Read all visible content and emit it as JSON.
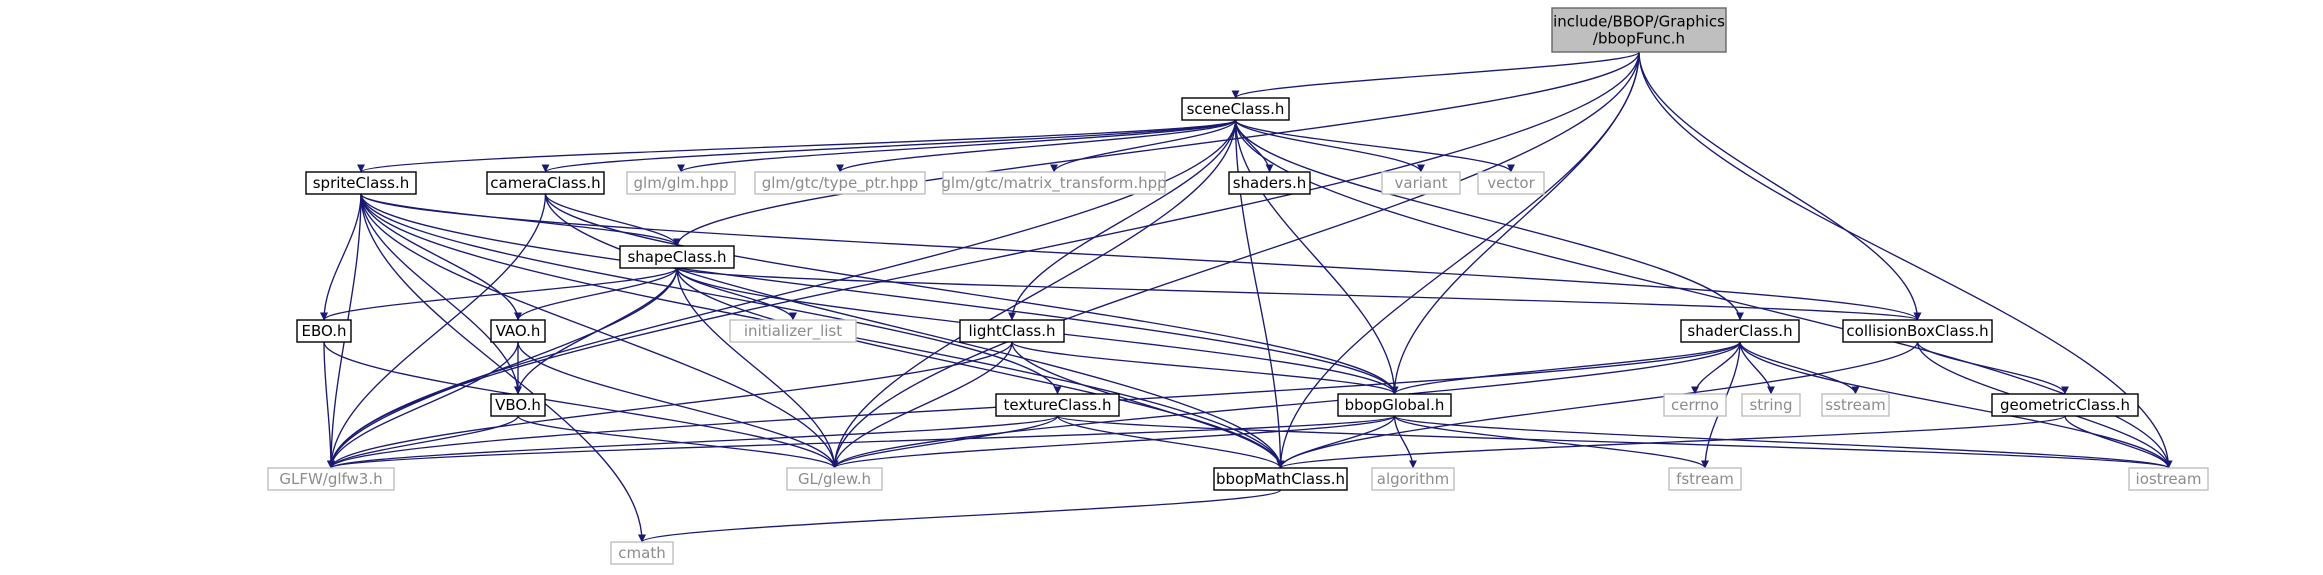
{
  "graph": {
    "nodes": [
      {
        "id": "root",
        "lines": [
          "include/BBOP/Graphics",
          "/bbopFunc.h"
        ],
        "kind": "root"
      },
      {
        "id": "scene",
        "lines": [
          "sceneClass.h"
        ],
        "kind": "local"
      },
      {
        "id": "sprite",
        "lines": [
          "spriteClass.h"
        ],
        "kind": "local"
      },
      {
        "id": "camera",
        "lines": [
          "cameraClass.h"
        ],
        "kind": "local"
      },
      {
        "id": "glmglm",
        "lines": [
          "glm/glm.hpp"
        ],
        "kind": "external"
      },
      {
        "id": "typeptr",
        "lines": [
          "glm/gtc/type_ptr.hpp"
        ],
        "kind": "external"
      },
      {
        "id": "mattrans",
        "lines": [
          "glm/gtc/matrix_transform.hpp"
        ],
        "kind": "external"
      },
      {
        "id": "shaders",
        "lines": [
          "shaders.h"
        ],
        "kind": "local"
      },
      {
        "id": "variant",
        "lines": [
          "variant"
        ],
        "kind": "external"
      },
      {
        "id": "vector",
        "lines": [
          "vector"
        ],
        "kind": "external"
      },
      {
        "id": "shape",
        "lines": [
          "shapeClass.h"
        ],
        "kind": "local"
      },
      {
        "id": "initlist",
        "lines": [
          "initializer_list"
        ],
        "kind": "external"
      },
      {
        "id": "ebo",
        "lines": [
          "EBO.h"
        ],
        "kind": "local"
      },
      {
        "id": "vao",
        "lines": [
          "VAO.h"
        ],
        "kind": "local"
      },
      {
        "id": "vbo",
        "lines": [
          "VBO.h"
        ],
        "kind": "local"
      },
      {
        "id": "light",
        "lines": [
          "lightClass.h"
        ],
        "kind": "local"
      },
      {
        "id": "texture",
        "lines": [
          "textureClass.h"
        ],
        "kind": "local"
      },
      {
        "id": "shaderc",
        "lines": [
          "shaderClass.h"
        ],
        "kind": "local"
      },
      {
        "id": "collision",
        "lines": [
          "collisionBoxClass.h"
        ],
        "kind": "local"
      },
      {
        "id": "geometric",
        "lines": [
          "geometricClass.h"
        ],
        "kind": "local"
      },
      {
        "id": "global",
        "lines": [
          "bbopGlobal.h"
        ],
        "kind": "local"
      },
      {
        "id": "cerrno",
        "lines": [
          "cerrno"
        ],
        "kind": "external"
      },
      {
        "id": "string",
        "lines": [
          "string"
        ],
        "kind": "external"
      },
      {
        "id": "sstream",
        "lines": [
          "sstream"
        ],
        "kind": "external"
      },
      {
        "id": "glfw",
        "lines": [
          "GLFW/glfw3.h"
        ],
        "kind": "external"
      },
      {
        "id": "glew",
        "lines": [
          "GL/glew.h"
        ],
        "kind": "external"
      },
      {
        "id": "math",
        "lines": [
          "bbopMathClass.h"
        ],
        "kind": "local"
      },
      {
        "id": "algorithm",
        "lines": [
          "algorithm"
        ],
        "kind": "external"
      },
      {
        "id": "fstream",
        "lines": [
          "fstream"
        ],
        "kind": "external"
      },
      {
        "id": "iostream",
        "lines": [
          "iostream"
        ],
        "kind": "external"
      },
      {
        "id": "cmath",
        "lines": [
          "cmath"
        ],
        "kind": "external"
      }
    ],
    "edges": [
      [
        "root",
        "scene"
      ],
      [
        "root",
        "shape"
      ],
      [
        "root",
        "collision"
      ],
      [
        "root",
        "global"
      ],
      [
        "root",
        "math"
      ],
      [
        "root",
        "glfw"
      ],
      [
        "root",
        "glew"
      ],
      [
        "root",
        "iostream"
      ],
      [
        "scene",
        "sprite"
      ],
      [
        "scene",
        "camera"
      ],
      [
        "scene",
        "glmglm"
      ],
      [
        "scene",
        "typeptr"
      ],
      [
        "scene",
        "mattrans"
      ],
      [
        "scene",
        "shaders"
      ],
      [
        "scene",
        "variant"
      ],
      [
        "scene",
        "vector"
      ],
      [
        "scene",
        "light"
      ],
      [
        "scene",
        "shaderc"
      ],
      [
        "scene",
        "global"
      ],
      [
        "scene",
        "math"
      ],
      [
        "scene",
        "glfw"
      ],
      [
        "scene",
        "glew"
      ],
      [
        "scene",
        "iostream"
      ],
      [
        "sprite",
        "shape"
      ],
      [
        "sprite",
        "ebo"
      ],
      [
        "sprite",
        "vao"
      ],
      [
        "sprite",
        "vbo"
      ],
      [
        "sprite",
        "texture"
      ],
      [
        "sprite",
        "collision"
      ],
      [
        "sprite",
        "global"
      ],
      [
        "sprite",
        "math"
      ],
      [
        "sprite",
        "glfw"
      ],
      [
        "sprite",
        "glew"
      ],
      [
        "sprite",
        "cmath"
      ],
      [
        "camera",
        "shape"
      ],
      [
        "camera",
        "global"
      ],
      [
        "camera",
        "math"
      ],
      [
        "camera",
        "glfw"
      ],
      [
        "shape",
        "initlist"
      ],
      [
        "shape",
        "ebo"
      ],
      [
        "shape",
        "vao"
      ],
      [
        "shape",
        "vbo"
      ],
      [
        "shape",
        "collision"
      ],
      [
        "shape",
        "global"
      ],
      [
        "shape",
        "math"
      ],
      [
        "shape",
        "glfw"
      ],
      [
        "shape",
        "glew"
      ],
      [
        "ebo",
        "glfw"
      ],
      [
        "ebo",
        "glew"
      ],
      [
        "vao",
        "vbo"
      ],
      [
        "vao",
        "glfw"
      ],
      [
        "vao",
        "glew"
      ],
      [
        "vbo",
        "glfw"
      ],
      [
        "vbo",
        "glew"
      ],
      [
        "light",
        "global"
      ],
      [
        "light",
        "math"
      ],
      [
        "light",
        "glfw"
      ],
      [
        "light",
        "glew"
      ],
      [
        "texture",
        "math"
      ],
      [
        "texture",
        "glfw"
      ],
      [
        "texture",
        "glew"
      ],
      [
        "texture",
        "iostream"
      ],
      [
        "shaderc",
        "global"
      ],
      [
        "shaderc",
        "cerrno"
      ],
      [
        "shaderc",
        "string"
      ],
      [
        "shaderc",
        "sstream"
      ],
      [
        "shaderc",
        "fstream"
      ],
      [
        "shaderc",
        "iostream"
      ],
      [
        "shaderc",
        "glfw"
      ],
      [
        "shaderc",
        "glew"
      ],
      [
        "collision",
        "geometric"
      ],
      [
        "collision",
        "math"
      ],
      [
        "collision",
        "iostream"
      ],
      [
        "geometric",
        "math"
      ],
      [
        "geometric",
        "iostream"
      ],
      [
        "global",
        "math"
      ],
      [
        "global",
        "algorithm"
      ],
      [
        "global",
        "fstream"
      ],
      [
        "global",
        "iostream"
      ],
      [
        "global",
        "glfw"
      ],
      [
        "global",
        "glew"
      ],
      [
        "math",
        "cmath"
      ]
    ]
  },
  "colors": {
    "edge": "#191970",
    "local_border": "#000000",
    "local_fill": "#ffffff",
    "external_border": "#bfbfbf",
    "external_text": "#8c8c8c",
    "root_fill": "#bfbfbf",
    "root_border": "#666666",
    "text": "#000000"
  }
}
